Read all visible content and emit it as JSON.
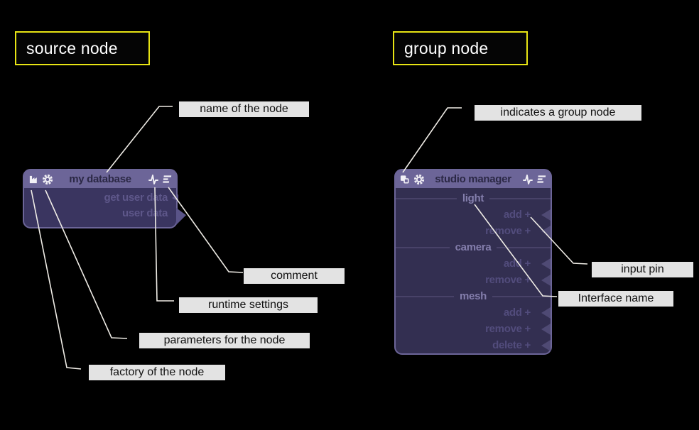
{
  "headings": {
    "source": "source node",
    "group": "group node"
  },
  "source_node": {
    "title": "my database",
    "pins": [
      {
        "label": "get user data"
      },
      {
        "label": "user data"
      }
    ]
  },
  "group_node": {
    "title": "studio manager",
    "sections": [
      {
        "interface": "light",
        "pins": [
          "add +",
          "remove +"
        ]
      },
      {
        "interface": "camera",
        "pins": [
          "add +",
          "remove +"
        ]
      },
      {
        "interface": "mesh",
        "pins": [
          "add +",
          "remove +",
          "delete +"
        ]
      }
    ]
  },
  "callouts": {
    "name_of_node": "name of the node",
    "comment": "comment",
    "runtime_settings": "runtime settings",
    "parameters": "parameters for the node",
    "factory": "factory of the node",
    "group_indicator": "indicates a group node",
    "input_pin": "input pin",
    "interface_name": "Interface name"
  },
  "icons": {
    "factory": "factory-icon",
    "gear": "settings-gear-icon",
    "pulse": "runtime-settings-icon",
    "comment": "comment-icon",
    "group": "group-node-icon"
  },
  "colors": {
    "bg": "#000000",
    "node_header": "#6c6598",
    "node_body": "#3a3560",
    "group_body": "#332f51",
    "node_title": "#2b2845",
    "pin_text": "#5e578a",
    "group_pin_text": "#524c7c",
    "interface_text": "#847eac",
    "separator": "#484268",
    "pin_arrow": "#4f4a74",
    "tail": "#5a5488",
    "icon": "#f2f1f6",
    "highlight_border": "#e8e414",
    "heading_text": "#ffffff",
    "label_bg": "#e3e3e3",
    "label_text": "#111111",
    "line": "#efece6"
  }
}
